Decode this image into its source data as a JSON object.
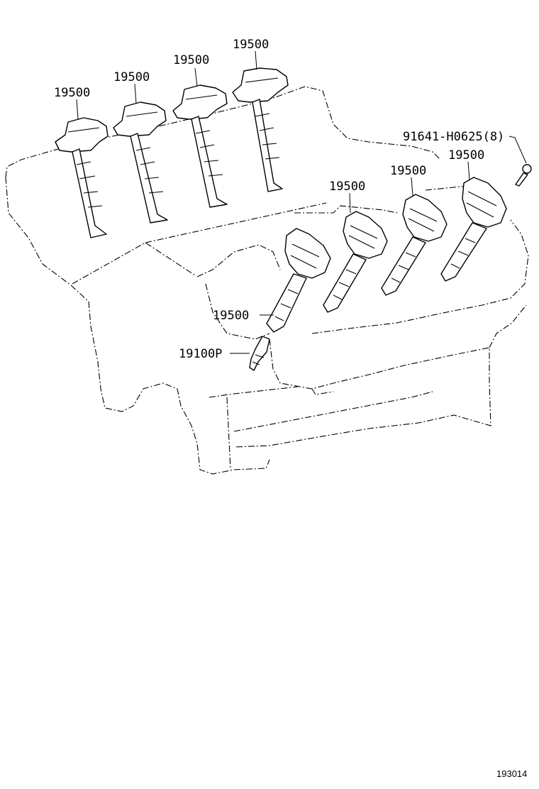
{
  "parts": {
    "ignition_coil": "19500",
    "spark_plug": "19100P",
    "bolt": "91641-H0625(8)"
  },
  "figure_number": "193014"
}
